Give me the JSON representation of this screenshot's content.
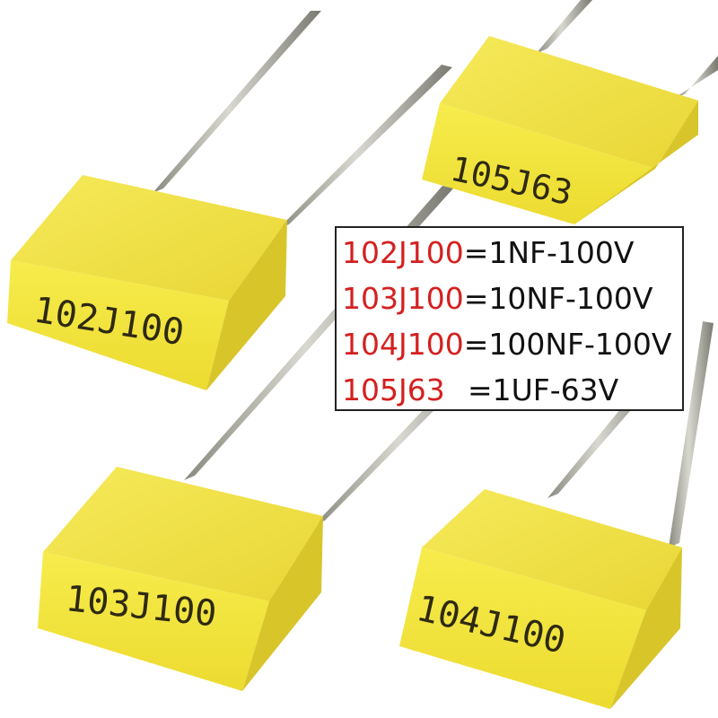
{
  "capacitors": [
    {
      "marking": "102J100"
    },
    {
      "marking": "105J63"
    },
    {
      "marking": "103J100"
    },
    {
      "marking": "104J100"
    }
  ],
  "legend": [
    {
      "code": "102J100",
      "value": "=1NF-100V"
    },
    {
      "code": "103J100",
      "value": "=10NF-100V"
    },
    {
      "code": "104J100",
      "value": "=100NF-100V"
    },
    {
      "code": "105J63",
      "value": "=1UF-63V"
    }
  ],
  "colors": {
    "code_text": "#d42020",
    "value_text": "#111111",
    "capacitor_body": "#f3e445",
    "marking_text": "#2e2a14"
  }
}
